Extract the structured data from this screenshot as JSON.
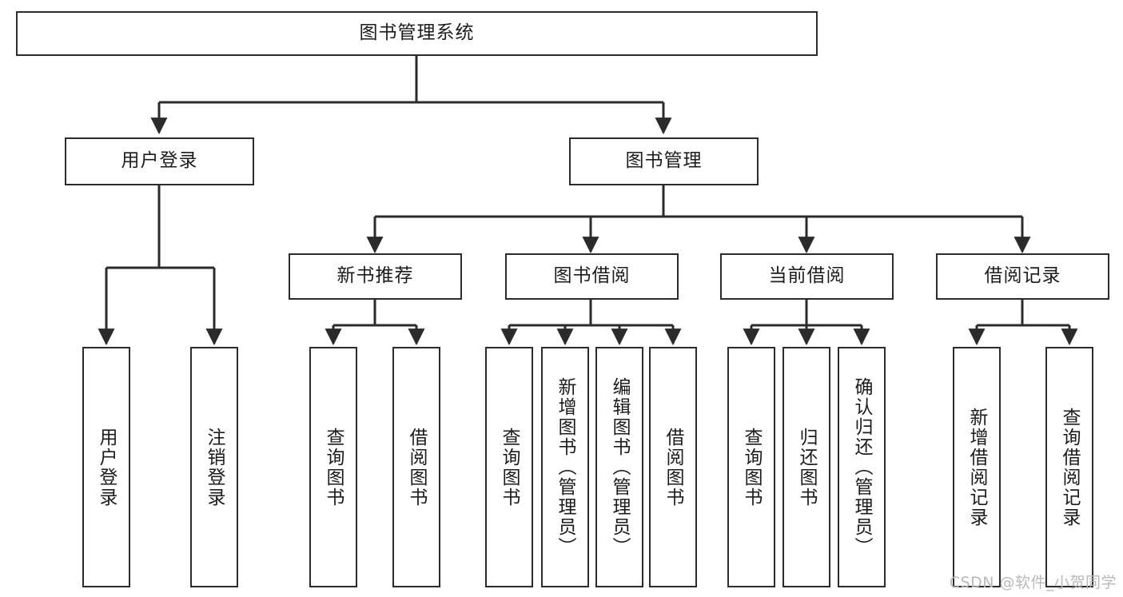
{
  "diagram": {
    "type": "tree-structure-chart",
    "title": "图书管理系统",
    "line_color": "#2b2b2b",
    "box_fill": "#ffffff",
    "text_color": "#1c1c1c",
    "watermark": "CSDN @软件_小贺同学",
    "nodes": {
      "root": {
        "label": "图书管理系统"
      },
      "level2": [
        {
          "id": "user-login",
          "label": "用户登录"
        },
        {
          "id": "book-management",
          "label": "图书管理"
        }
      ],
      "level3": [
        {
          "id": "new-book-recommend",
          "label": "新书推荐"
        },
        {
          "id": "book-borrow",
          "label": "图书借阅"
        },
        {
          "id": "current-borrow",
          "label": "当前借阅"
        },
        {
          "id": "borrow-record",
          "label": "借阅记录"
        }
      ],
      "leaves": {
        "user_login": [
          {
            "id": "leaf-user-login",
            "label": "用户登录"
          },
          {
            "id": "leaf-user-logout",
            "label": "注销登录"
          }
        ],
        "new_book_recommend": [
          {
            "id": "leaf-query-book-1",
            "label": "查询图书"
          },
          {
            "id": "leaf-borrow-book-1",
            "label": "借阅图书"
          }
        ],
        "book_borrow": [
          {
            "id": "leaf-query-book-2",
            "label": "查询图书"
          },
          {
            "id": "leaf-add-book",
            "label": "新增图书（管理员）"
          },
          {
            "id": "leaf-edit-book",
            "label": "编辑图书（管理员）"
          },
          {
            "id": "leaf-borrow-book-2",
            "label": "借阅图书"
          }
        ],
        "current_borrow": [
          {
            "id": "leaf-query-book-3",
            "label": "查询图书"
          },
          {
            "id": "leaf-return-book",
            "label": "归还图书"
          },
          {
            "id": "leaf-confirm-return",
            "label": "确认归还（管理员）"
          }
        ],
        "borrow_record": [
          {
            "id": "leaf-add-record",
            "label": "新增借阅记录"
          },
          {
            "id": "leaf-query-record",
            "label": "查询借阅记录"
          }
        ]
      }
    }
  }
}
